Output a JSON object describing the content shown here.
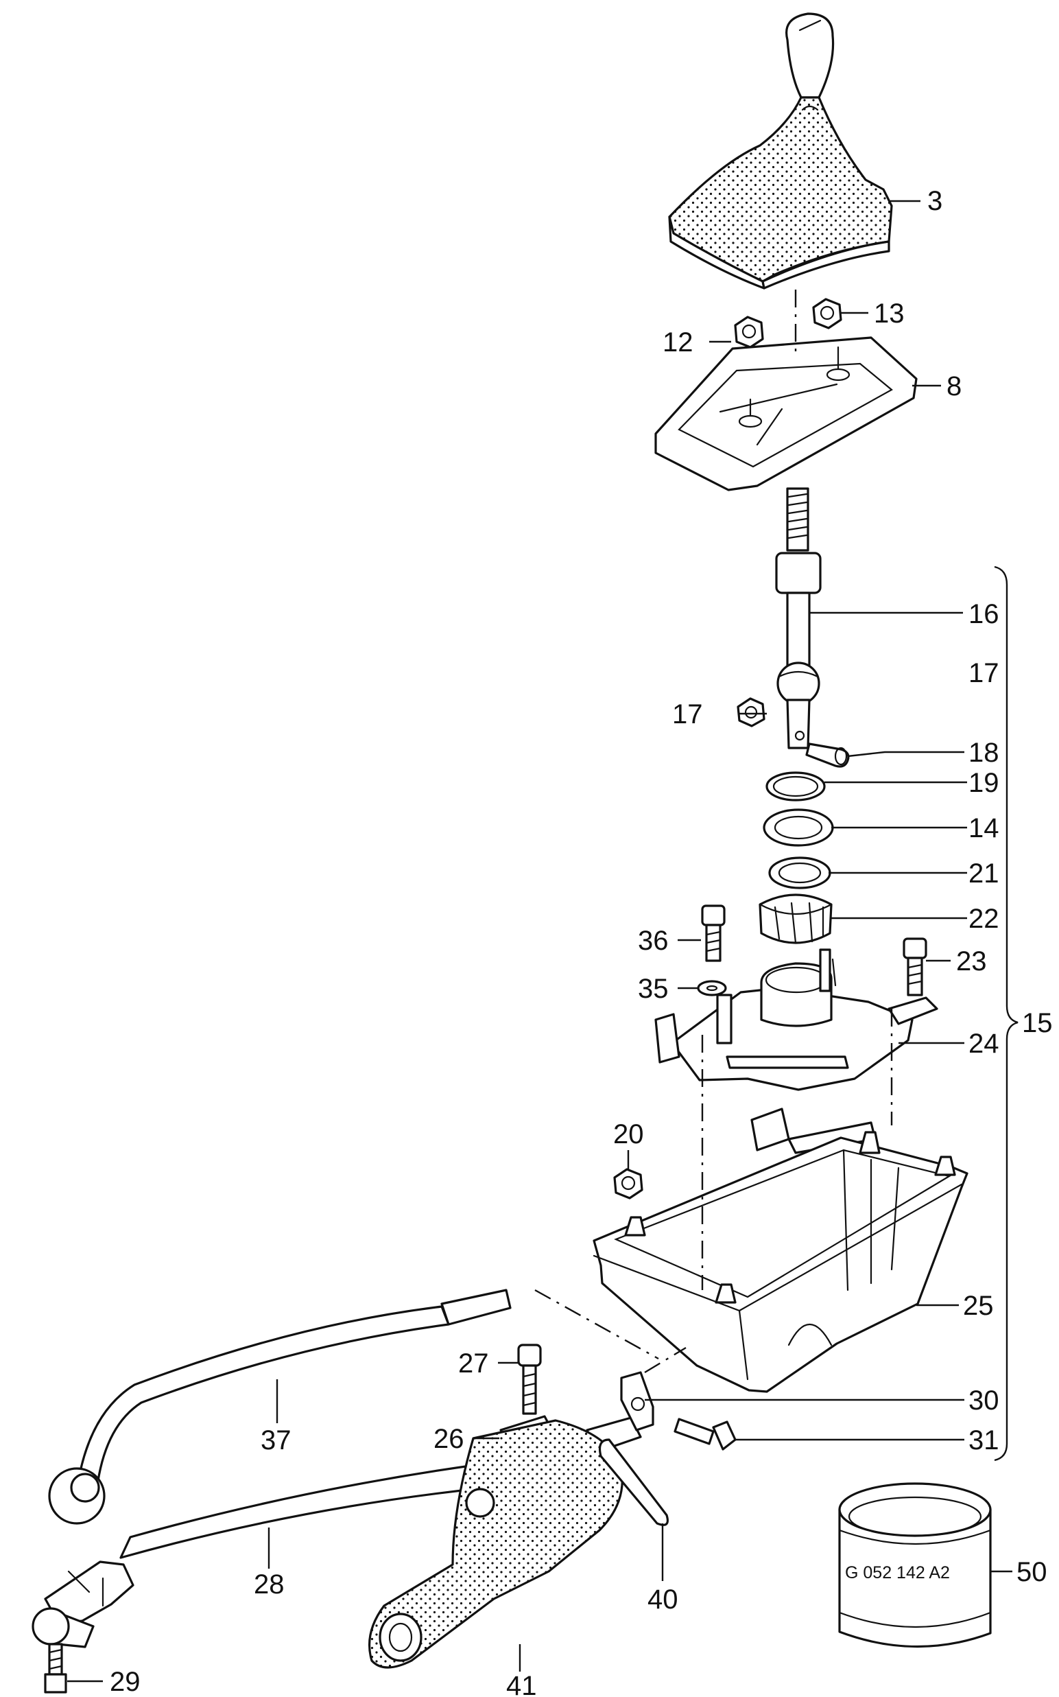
{
  "callouts": {
    "c3": "3",
    "c13": "13",
    "c12": "12",
    "c8": "8",
    "c16": "16",
    "c17a": "17",
    "c17b": "17",
    "c18": "18",
    "c19": "19",
    "c14": "14",
    "c21": "21",
    "c22": "22",
    "c36": "36",
    "c23": "23",
    "c35": "35",
    "c15": "15",
    "c24": "24",
    "c20": "20",
    "c25": "25",
    "c27": "27",
    "c30": "30",
    "c37": "37",
    "c26": "26",
    "c31": "31",
    "c28": "28",
    "c50": "50",
    "c40": "40",
    "c29": "29",
    "c41": "41"
  },
  "part_stamp": "G 052 142 A2"
}
